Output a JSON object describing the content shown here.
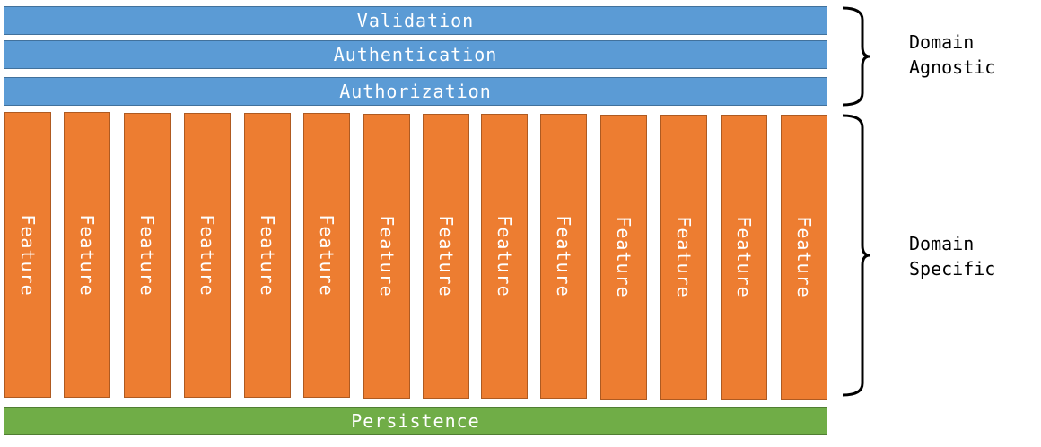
{
  "layers": {
    "validation": "Validation",
    "authentication": "Authentication",
    "authorization": "Authorization",
    "persistence": "Persistence"
  },
  "features": [
    "Feature",
    "Feature",
    "Feature",
    "Feature",
    "Feature",
    "Feature",
    "Feature",
    "Feature",
    "Feature",
    "Feature",
    "Feature",
    "Feature",
    "Feature",
    "Feature"
  ],
  "groups": {
    "agnostic": [
      "Domain",
      "Agnostic"
    ],
    "specific": [
      "Domain",
      "Specific"
    ]
  },
  "colors": {
    "cross_cutting": "#5b9bd5",
    "feature": "#ed7d31",
    "persistence": "#70ad47"
  }
}
